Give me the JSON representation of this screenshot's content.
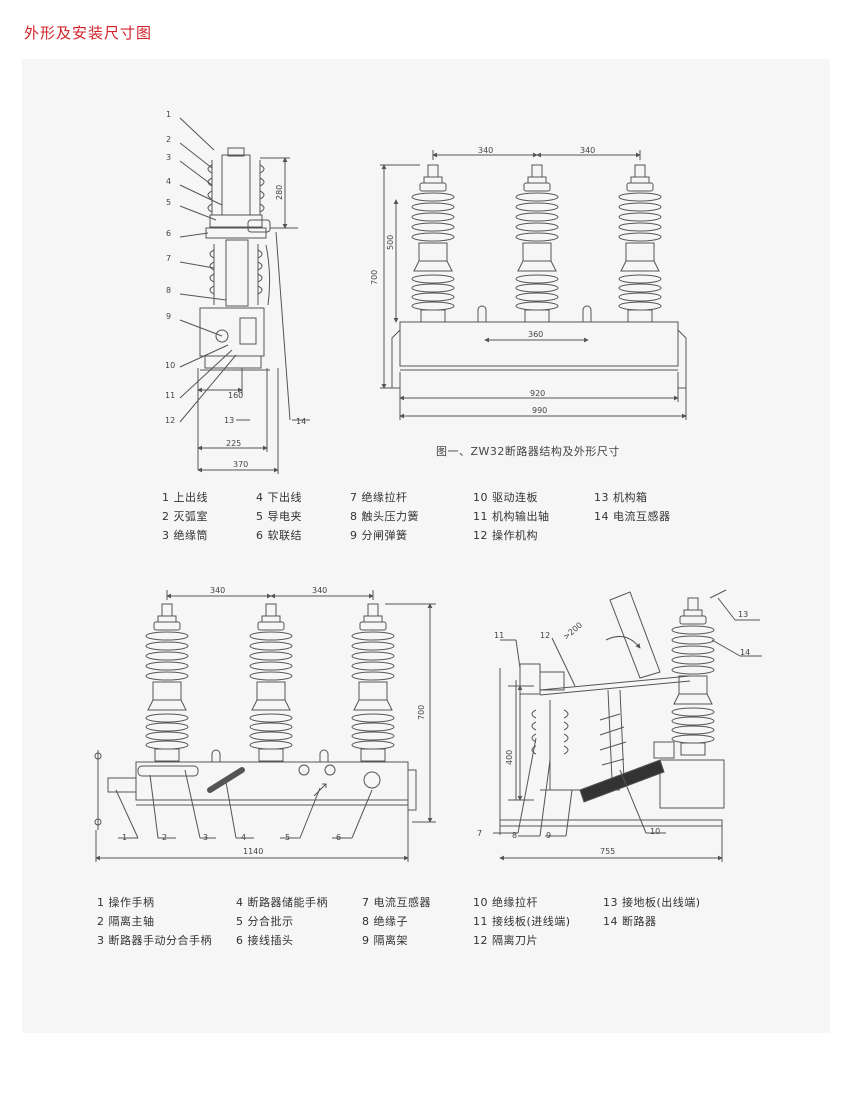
{
  "page": {
    "title": "外形及安装尺寸图"
  },
  "figure1": {
    "caption": "图一、ZW32断路器结构及外形尺寸",
    "callouts": [
      "1",
      "2",
      "3",
      "4",
      "5",
      "6",
      "7",
      "8",
      "9",
      "10",
      "11",
      "12",
      "13",
      "14"
    ],
    "dims": {
      "d280": "280",
      "d160": "160",
      "d225": "225",
      "d370": "370",
      "d340a": "340",
      "d340b": "340",
      "d500": "500",
      "d700": "700",
      "d360": "360",
      "d920": "920",
      "d990": "990"
    },
    "legend": [
      "1 上出线",
      "2 灭弧室",
      "3 绝缘筒",
      "4 下出线",
      "5 导电夹",
      "6 软联结",
      "7 绝缘拉杆",
      "8 触头压力簧",
      "9 分闸弹簧",
      "10 驱动连板",
      "11 机构输出轴",
      "12 操作机构",
      "13 机构箱",
      "14 电流互感器"
    ]
  },
  "figure2": {
    "callouts_left": [
      "1",
      "2",
      "3",
      "4",
      "5",
      "6"
    ],
    "callouts_right": [
      "7",
      "8",
      "9",
      "10",
      "11",
      "12",
      "13",
      "14"
    ],
    "dims": {
      "d340a": "340",
      "d340b": "340",
      "d700": "700",
      "d1140": "1140",
      "d400": "400",
      "d200": ">200",
      "d755": "755"
    },
    "legend": [
      "1 操作手柄",
      "2 隔离主轴",
      "3 断路器手动分合手柄",
      "4 断路器储能手柄",
      "5 分合批示",
      "6 接线插头",
      "7 电流互感器",
      "8 绝缘子",
      "9 隔离架",
      "10 绝缘拉杆",
      "11 接线板(进线端)",
      "12 隔离刀片",
      "13 接地板(出线端)",
      "14 断路器"
    ]
  }
}
